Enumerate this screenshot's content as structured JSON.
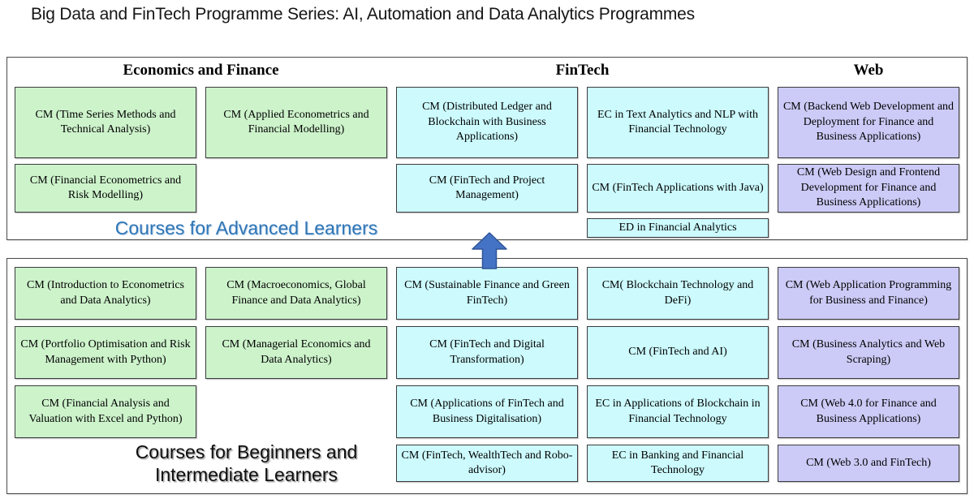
{
  "page_title": "Big Data and FinTech Programme Series: AI, Automation and Data Analytics Programmes",
  "colors": {
    "green": "#cdf3cb",
    "cyan": "#ccfafd",
    "purple": "#cccbf7",
    "box_border": "#3b3b3f",
    "frame_border": "#4a4a4a",
    "advanced_caption": "#2e75b6",
    "arrow_fill": "#4472c4",
    "arrow_stroke": "#2f5597"
  },
  "advanced": {
    "headers": {
      "economics_finance": "Economics and Finance",
      "fintech": "FinTech",
      "web": "Web"
    },
    "caption": "Courses for Advanced Learners",
    "boxes": {
      "time_series_methods": "CM (Time Series Methods and Technical Analysis)",
      "applied_econometrics": "CM (Applied Econometrics and Financial Modelling)",
      "distributed_ledger": "CM (Distributed Ledger and Blockchain with Business Applications)",
      "text_analytics_nlp": "EC in Text Analytics and NLP with Financial Technology",
      "backend_web": "CM (Backend Web Development and Deployment for Finance and Business Applications)",
      "financial_econometrics": "CM (Financial Econometrics and Risk Modelling)",
      "fintech_project_management": "CM (FinTech and Project Management)",
      "fintech_java": "CM (FinTech Applications with Java)",
      "web_design_frontend": "CM (Web Design and Frontend Development for Finance and Business Applications)",
      "ed_financial_analytics": "ED in Financial Analytics"
    }
  },
  "beginner": {
    "caption_line1": "Courses for Beginners and",
    "caption_line2": "Intermediate Learners",
    "boxes": {
      "intro_econometrics": "CM (Introduction to Econometrics and Data Analytics)",
      "macroeconomics_global": "CM (Macroeconomics, Global Finance and Data Analytics)",
      "sustainable_finance": "CM (Sustainable Finance and Green FinTech)",
      "blockchain_defi": "CM( Blockchain Technology and DeFi)",
      "web_app_programming": "CM (Web Application Programming for Business and Finance)",
      "portfolio_optimisation": "CM (Portfolio Optimisation and Risk Management with Python)",
      "managerial_economics": "CM (Managerial Economics and Data Analytics)",
      "fintech_digital_transformation": "CM (FinTech and Digital Transformation)",
      "fintech_ai": "CM (FinTech and AI)",
      "business_analytics_web_scraping": "CM (Business Analytics and Web Scraping)",
      "financial_analysis_valuation": "CM (Financial Analysis and Valuation with Excel and Python)",
      "applications_of_fintech": "CM (Applications of FinTech and Business Digitalisation)",
      "ec_blockchain_financial_tech": "EC in Applications of Blockchain in Financial Technology",
      "web_4_0": "CM (Web 4.0 for Finance and Business Applications)",
      "fintech_wealthtech": "CM (FinTech, WealthTech and Robo-advisor)",
      "ec_banking_financial_tech": "EC in Banking and Financial Technology",
      "web_3_0": "CM (Web 3.0 and FinTech)"
    }
  }
}
